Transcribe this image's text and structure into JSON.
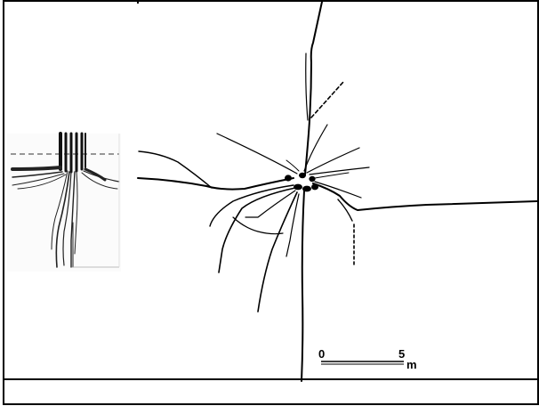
{
  "scale_bar": {
    "start_label": "0",
    "end_label": "5",
    "unit_label": "m"
  },
  "colors": {
    "ink": "#000000",
    "paper": "#ffffff",
    "inset_paper": "#fbfbfb",
    "frame": "#000000"
  }
}
